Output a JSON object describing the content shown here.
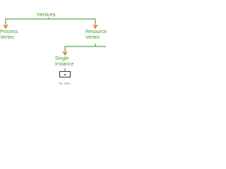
{
  "title": "Vertices",
  "nodes": {
    "process": {
      "line1": "Process",
      "line2": "Vertex"
    },
    "resource": {
      "line1": "Resource",
      "line2": "Vertex"
    },
    "single": {
      "line1": "Single",
      "line2": "Instance"
    }
  },
  "example": "Ex. CPU",
  "colors": {
    "label": "#4a9a2f",
    "connector": "#2f8b2f",
    "arrow": "#e06a1b",
    "box_border": "#333333",
    "example": "#1d63b8"
  }
}
